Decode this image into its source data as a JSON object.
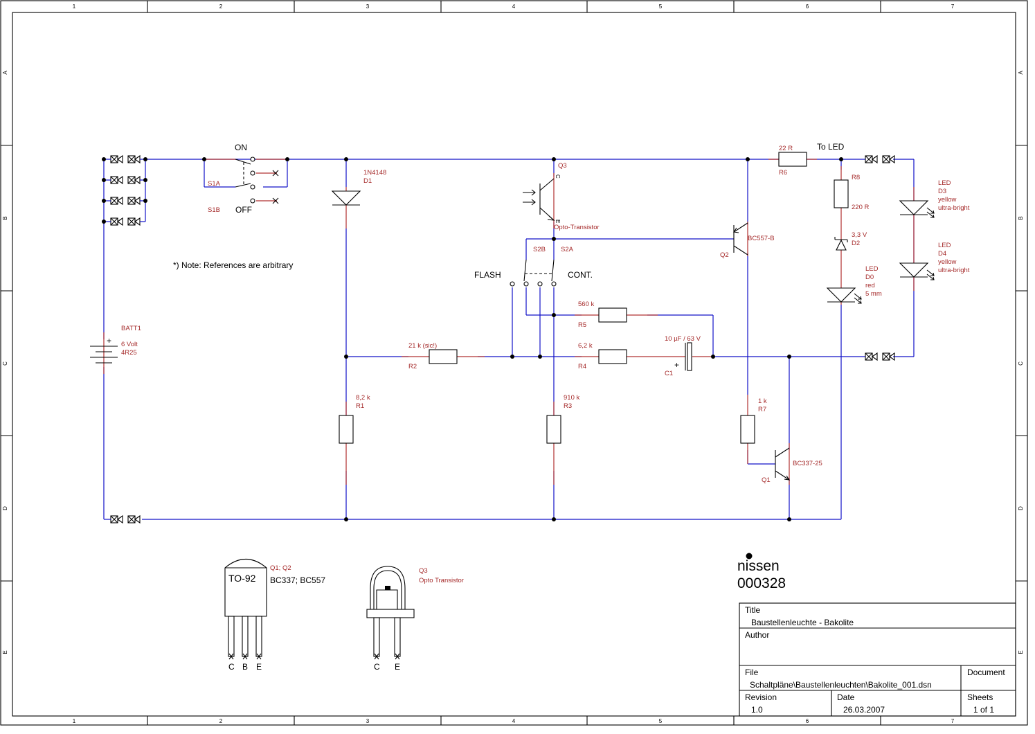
{
  "frame": {
    "columns": [
      "1",
      "2",
      "3",
      "4",
      "5",
      "6",
      "7"
    ],
    "rows": [
      "A",
      "B",
      "C",
      "D",
      "E"
    ]
  },
  "note": "*) Note: References are arbitrary",
  "switch_s1": {
    "on": "ON",
    "off": "OFF",
    "s1a": "S1A",
    "s1b": "S1B"
  },
  "switch_s2": {
    "flash": "FLASH",
    "cont": "CONT.",
    "s2a": "S2A",
    "s2b": "S2B"
  },
  "battery": {
    "ref": "BATT1",
    "value": "6 Volt",
    "package": "4R25"
  },
  "d1": {
    "part": "1N4148",
    "ref": "D1"
  },
  "q3": {
    "ref": "Q3",
    "desc": "Opto-Transistor",
    "pin_c": "C",
    "pin_e": "E"
  },
  "q2": {
    "part": "BC557-B",
    "ref": "Q2"
  },
  "q1": {
    "part": "BC337-25",
    "ref": "Q1"
  },
  "r1": {
    "value": "8,2 k",
    "ref": "R1"
  },
  "r2": {
    "value": "21 k (sic!)",
    "ref": "R2"
  },
  "r3": {
    "value": "910 k",
    "ref": "R3"
  },
  "r4": {
    "value": "6,2 k",
    "ref": "R4"
  },
  "r5": {
    "value": "560 k",
    "ref": "R5"
  },
  "r6": {
    "value": "22 R",
    "ref": "R6"
  },
  "r7": {
    "value": "1 k",
    "ref": "R7"
  },
  "r8": {
    "value": "220 R",
    "ref": "R8"
  },
  "c1": {
    "value": "10 µF / 63 V",
    "ref": "C1"
  },
  "d2": {
    "value": "3,3 V",
    "ref": "D2"
  },
  "d0": {
    "type": "LED",
    "ref": "D0",
    "color": "red",
    "size": "5 mm"
  },
  "d3": {
    "type": "LED",
    "ref": "D3",
    "color": "yellow",
    "brightness": "ultra-bright"
  },
  "d4": {
    "type": "LED",
    "ref": "D4",
    "color": "yellow",
    "brightness": "ultra-bright"
  },
  "to_led": "To LED",
  "to92": {
    "package": "TO-92",
    "refs": "Q1; Q2",
    "parts": "BC337; BC557",
    "pins": [
      "C",
      "B",
      "E"
    ]
  },
  "opto_pkg": {
    "ref": "Q3",
    "desc": "Opto Transistor",
    "pins": [
      "C",
      "E"
    ]
  },
  "logo": {
    "name": "nissen",
    "number": "000328"
  },
  "title_block": {
    "title_label": "Title",
    "title_value": "Baustellenleuchte - Bakolite",
    "author_label": "Author",
    "author_value": "",
    "file_label": "File",
    "file_value": "Schaltpläne\\Baustellenleuchten\\Bakolite_001.dsn",
    "document_label": "Document",
    "revision_label": "Revision",
    "revision_value": "1.0",
    "date_label": "Date",
    "date_value": "26.03.2007",
    "sheets_label": "Sheets",
    "sheets_value": "1 of 1"
  },
  "colors": {
    "wire": "#1010c8",
    "component": "#b03030",
    "label": "#a52a2a",
    "frame": "#000000"
  }
}
